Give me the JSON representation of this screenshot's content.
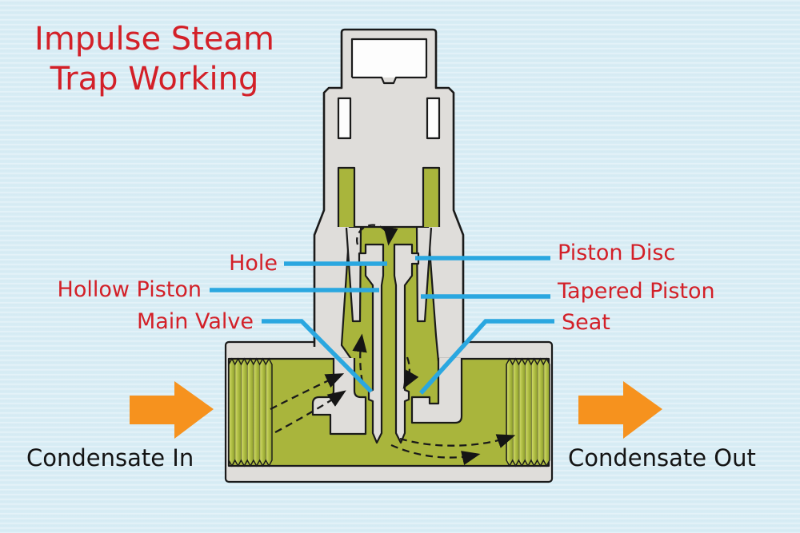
{
  "title": {
    "line1": "Impulse Steam",
    "line2": "Trap Working"
  },
  "labels": {
    "hole": "Hole",
    "hollow_piston": "Hollow Piston",
    "main_valve": "Main Valve",
    "piston_disc": "Piston Disc",
    "tapered_piston": "Tapered Piston",
    "seat": "Seat"
  },
  "flow": {
    "inlet": "Condensate In",
    "outlet": "Condensate Out"
  },
  "icons": {
    "inlet_arrow": "flow-arrow-right-icon",
    "outlet_arrow": "flow-arrow-right-icon"
  },
  "colors": {
    "background": "#d9edf5",
    "metal_gray": "#dfddda",
    "fluid_green": "#a9b53c",
    "thread_light": "#d8e07a",
    "thread_dark": "#8fa02c",
    "outline_black": "#1a1a1a",
    "leader_blue": "#2aa7e0",
    "label_red": "#d32028",
    "arrow_orange": "#f6921e",
    "text_black": "#141414"
  }
}
